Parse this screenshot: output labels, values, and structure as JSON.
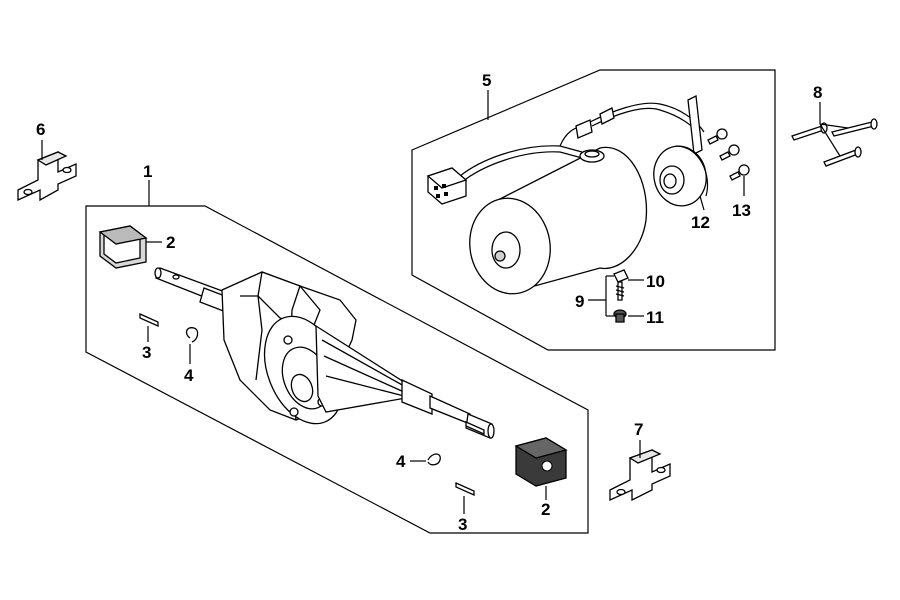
{
  "callouts": {
    "c1": "1",
    "c2a": "2",
    "c2b": "2",
    "c3a": "3",
    "c3b": "3",
    "c4a": "4",
    "c4b": "4",
    "c5": "5",
    "c6": "6",
    "c7": "7",
    "c8": "8",
    "c9": "9",
    "c10": "10",
    "c11": "11",
    "c12": "12",
    "c13": "13"
  },
  "colors": {
    "line": "#000000",
    "fill": "#ffffff",
    "shade": "#dcdcdc",
    "dark": "#555555"
  }
}
